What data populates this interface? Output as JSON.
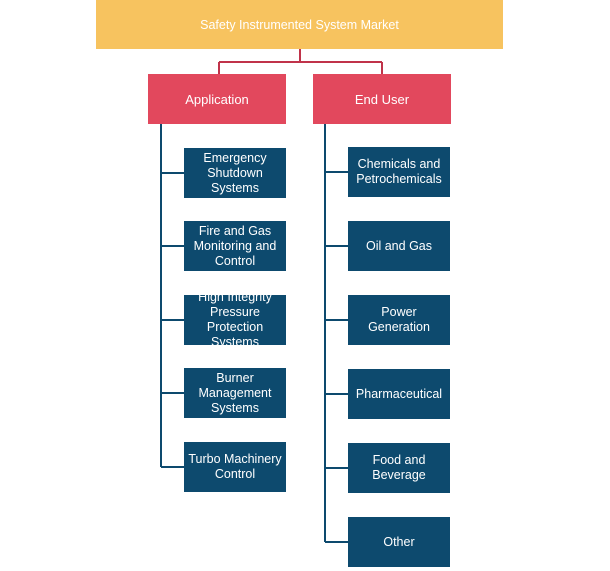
{
  "diagram": {
    "root": {
      "label": "Safety Instrumented System Market"
    },
    "categories": [
      {
        "label": "Application",
        "items": [
          "Emergency Shutdown Systems",
          "Fire and Gas Monitoring and Control",
          "High Integrity Pressure Protection Systems",
          "Burner Management Systems",
          "Turbo Machinery Control"
        ]
      },
      {
        "label": "End User",
        "items": [
          "Chemicals and Petrochemicals",
          "Oil and Gas",
          "Power Generation",
          "Pharmaceutical",
          "Food and Beverage",
          "Other"
        ]
      }
    ],
    "colors": {
      "root": "#f7c35f",
      "category": "#e2485d",
      "item": "#0d4a6e",
      "root_connector": "#c0334a",
      "branch_connector": "#0d4a6e"
    }
  }
}
